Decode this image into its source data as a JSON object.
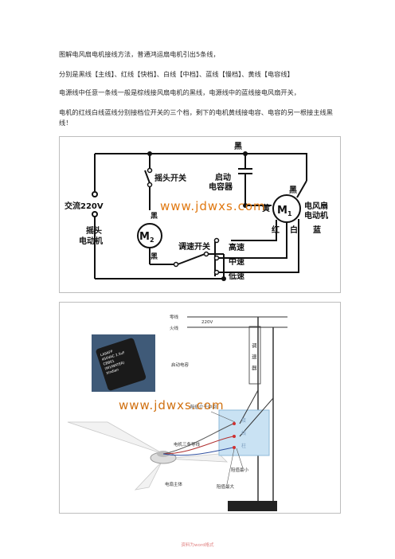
{
  "paragraphs": [
    "图解电风扇电机接线方法，普通鸿运扇电机引出5条线，",
    "分别是黑线【主线】、红线【快档】、白线【中档】、蓝线【慢档】、黄线【电容线】",
    "电源线中任意一条线一般是棕线接风扇电机的黑线，电源线中的蓝线接电风扇开关，",
    "电机的红线白线蓝线分别接档位开关的三个档，剩下的电机黄线接电容、电容的另一根接主线黑线！"
  ],
  "figure1": {
    "black_top": "黑",
    "shake_switch": "摇头开关",
    "start_cap_1": "启动",
    "start_cap_2": "电容器",
    "ac": "交流220V",
    "watermark": "www.jdwxs.com",
    "m2_1": "摇头",
    "m2_2": "电动机",
    "m2": "M",
    "m2_sub": "2",
    "m1": "M",
    "m1_sub": "1",
    "fan_1": "电风扇",
    "fan_2": "电动机",
    "black_m2": "黑",
    "black_m2b": "黑",
    "black_m1": "黑",
    "yellow": "黄",
    "red": "红",
    "white": "白",
    "blue": "蓝",
    "speed_switch": "调速开关",
    "high": "高速",
    "mid": "中速",
    "low": "低速"
  },
  "figure2": {
    "neutral": "零线",
    "v220": "220V",
    "live": "火线",
    "regulator": [
      "调",
      "速",
      "器"
    ],
    "cap_label": "启动电容",
    "cap_text": [
      "LA9AFP",
      "450VAC 2.5uF",
      "CBB61",
      "(W)(WATER)",
      "Xindian"
    ],
    "mid_res": "阻值介于中间",
    "watermark": "www.jdwxs.com",
    "three_wires": "电机三条导线",
    "body": "电扇主体",
    "min_res": "阻值最小",
    "max_res": "阻值最大",
    "terminals": [
      "接",
      "线",
      "柱"
    ]
  },
  "footer": "资料为word格式"
}
